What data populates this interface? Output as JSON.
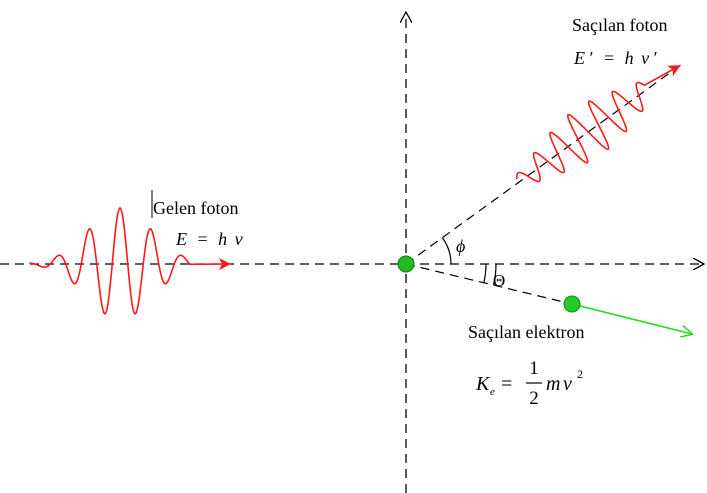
{
  "colors": {
    "photon": "#ff1a1a",
    "electron": "#22dd22",
    "electron_dot": "#22cc22",
    "axis": "#000000"
  },
  "incident_photon": {
    "title": "Gelen foton",
    "formula_lhs": "E",
    "formula_eq": "=",
    "formula_h": "h",
    "formula_nu": "ν"
  },
  "scattered_photon": {
    "title": "Saçılan foton",
    "formula_lhs": "E",
    "formula_prime": "′",
    "formula_eq": "=",
    "formula_h": "h",
    "formula_nu": "ν",
    "formula_nu_prime": "′"
  },
  "scattered_electron": {
    "title": "Saçılan elektron",
    "formula_K": "K",
    "formula_sub": "e",
    "formula_eq": "=",
    "frac_num": "1",
    "frac_den": "2",
    "formula_m": "m",
    "formula_v": "ν",
    "formula_exp": "2"
  },
  "angles": {
    "phi": "ϕ",
    "theta": "Θ"
  }
}
